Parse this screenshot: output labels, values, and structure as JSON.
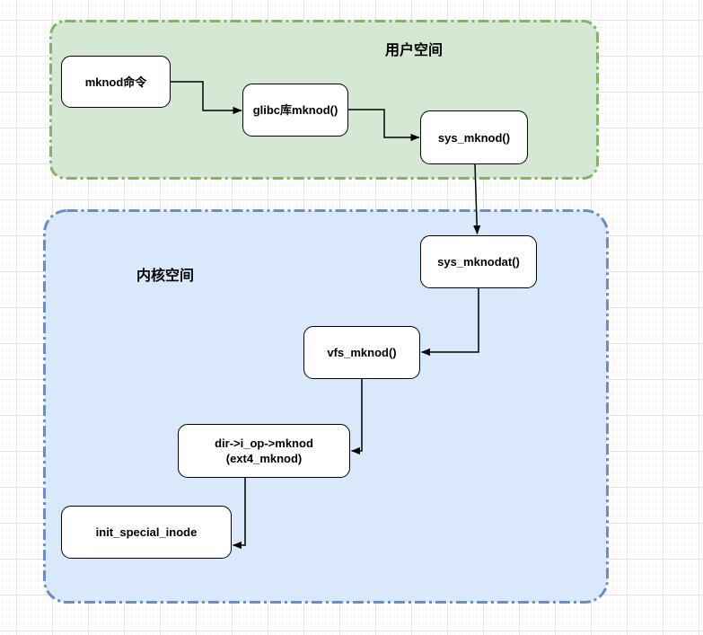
{
  "regions": [
    {
      "id": "user-space",
      "label": "用户空间",
      "fill": "#d5e8d4",
      "stroke": "#82b366"
    },
    {
      "id": "kernel-space",
      "label": "内核空间",
      "fill": "#dae8fc",
      "stroke": "#6c8ebf"
    }
  ],
  "nodes": [
    {
      "id": "mknod-command",
      "label": "mknod命令",
      "region": "用户空间"
    },
    {
      "id": "glibc-mknod",
      "label": "glibc库mknod()",
      "region": "用户空间"
    },
    {
      "id": "sys-mknod",
      "label": "sys_mknod()",
      "region": "用户空间"
    },
    {
      "id": "sys-mknodat",
      "label": "sys_mknodat()",
      "region": "内核空间"
    },
    {
      "id": "vfs-mknod",
      "label": "vfs_mknod()",
      "region": "内核空间"
    },
    {
      "id": "dir-iop-mknod",
      "label_line1": "dir->i_op->mknod",
      "label_line2": "(ext4_mknod)",
      "region": "内核空间"
    },
    {
      "id": "init-special-inode",
      "label": "init_special_inode",
      "region": "内核空间"
    }
  ],
  "edges": [
    {
      "from": "mknod命令",
      "to": "glibc库mknod()"
    },
    {
      "from": "glibc库mknod()",
      "to": "sys_mknod()"
    },
    {
      "from": "sys_mknod()",
      "to": "sys_mknodat()"
    },
    {
      "from": "sys_mknodat()",
      "to": "vfs_mknod()"
    },
    {
      "from": "vfs_mknod()",
      "to": "dir->i_op->mknod (ext4_mknod)"
    },
    {
      "from": "dir->i_op->mknod (ext4_mknod)",
      "to": "init_special_inode"
    }
  ],
  "edge_style": {
    "color": "#000000"
  },
  "node_style": {
    "fill": "#ffffff",
    "stroke": "#000000"
  }
}
